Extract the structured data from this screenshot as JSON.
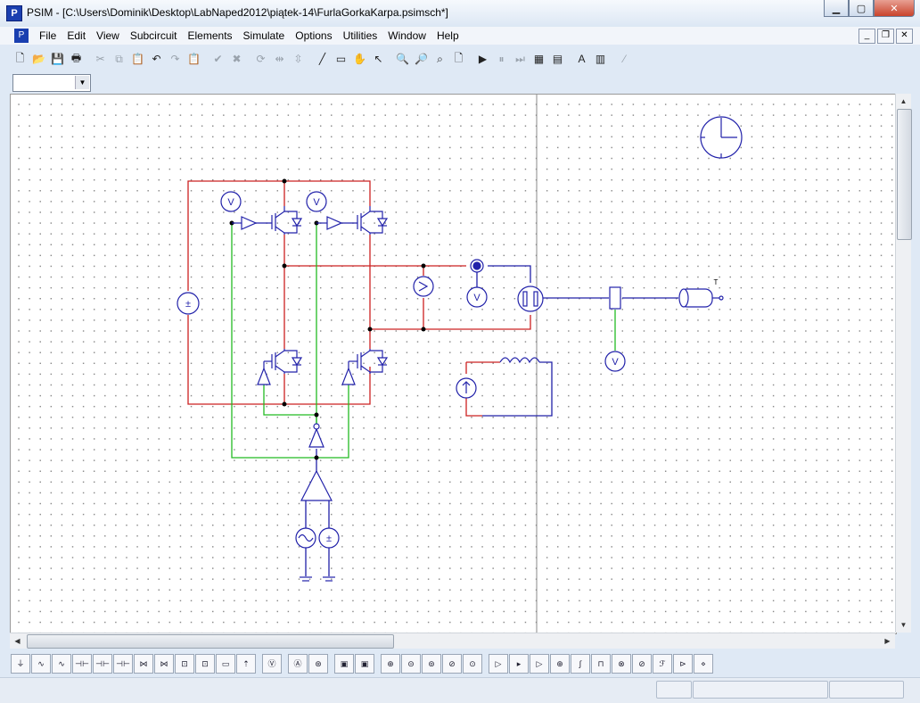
{
  "window": {
    "title": "PSIM - [C:\\Users\\Dominik\\Desktop\\LabNaped2012\\piątek-14\\FurlaGorkaKarpa.psimsch*]",
    "app_icon": "psim-logo-icon",
    "buttons": [
      "minimize-icon",
      "maximize-icon",
      "close-icon"
    ]
  },
  "menu": {
    "items": [
      "File",
      "Edit",
      "View",
      "Subcircuit",
      "Elements",
      "Simulate",
      "Options",
      "Utilities",
      "Window",
      "Help"
    ]
  },
  "mdi_controls": [
    "minimize-icon",
    "restore-icon",
    "close-icon"
  ],
  "toolbar": {
    "buttons": [
      {
        "name": "new-icon",
        "glyph": "🗋",
        "enabled": true
      },
      {
        "name": "open-icon",
        "glyph": "📂",
        "enabled": true
      },
      {
        "name": "save-icon",
        "glyph": "💾",
        "enabled": true
      },
      {
        "name": "print-icon",
        "glyph": "🖶",
        "enabled": true
      },
      {
        "sep": true
      },
      {
        "name": "cut-icon",
        "glyph": "✂",
        "enabled": false
      },
      {
        "name": "copy-icon",
        "glyph": "⧉",
        "enabled": false
      },
      {
        "name": "paste-icon",
        "glyph": "📋",
        "enabled": false
      },
      {
        "name": "undo-icon",
        "glyph": "↶",
        "enabled": true
      },
      {
        "name": "redo-icon",
        "glyph": "↷",
        "enabled": false
      },
      {
        "name": "clipboard-icon",
        "glyph": "📋",
        "enabled": true
      },
      {
        "sep": true
      },
      {
        "name": "check-icon",
        "glyph": "✔",
        "enabled": false
      },
      {
        "name": "cross-icon",
        "glyph": "✖",
        "enabled": false
      },
      {
        "sep": true
      },
      {
        "name": "rotate-icon",
        "glyph": "⟳",
        "enabled": false
      },
      {
        "name": "flip-horizontal-icon",
        "glyph": "⇹",
        "enabled": false
      },
      {
        "name": "flip-vertical-icon",
        "glyph": "⇳",
        "enabled": false
      },
      {
        "sep": true
      },
      {
        "name": "wire-icon",
        "glyph": "╱",
        "enabled": true
      },
      {
        "name": "label-icon",
        "glyph": "▭",
        "enabled": true
      },
      {
        "name": "pan-hand-icon",
        "glyph": "✋",
        "enabled": true
      },
      {
        "name": "select-arrow-icon",
        "glyph": "↖",
        "enabled": true
      },
      {
        "sep": true
      },
      {
        "name": "zoom-in-icon",
        "glyph": "🔍",
        "enabled": true
      },
      {
        "name": "zoom-out-icon",
        "glyph": "🔎",
        "enabled": true
      },
      {
        "name": "zoom-area-icon",
        "glyph": "⌕",
        "enabled": true
      },
      {
        "name": "fit-page-icon",
        "glyph": "🗋",
        "enabled": true
      },
      {
        "sep": true
      },
      {
        "name": "run-simulation-icon",
        "glyph": "▶",
        "enabled": true
      },
      {
        "name": "pause-icon",
        "glyph": "⏸",
        "enabled": false
      },
      {
        "name": "step-icon",
        "glyph": "⏭",
        "enabled": false
      },
      {
        "name": "simview-icon",
        "glyph": "▦",
        "enabled": true
      },
      {
        "name": "parameter-file-icon",
        "glyph": "▤",
        "enabled": true
      },
      {
        "sep": true
      },
      {
        "name": "text-icon",
        "glyph": "A",
        "enabled": true
      },
      {
        "name": "element-list-icon",
        "glyph": "▥",
        "enabled": true
      },
      {
        "sep": true
      },
      {
        "name": "equation-icon",
        "glyph": "⁄",
        "enabled": false
      }
    ]
  },
  "element_selector": {
    "value": ""
  },
  "schematic": {
    "voltmeter_label": "V",
    "torque_label": "T",
    "source_label": "±"
  },
  "colors": {
    "wire_red": "#cc2020",
    "wire_blue": "#2020a8",
    "wire_green": "#22bb22",
    "component": "#2222aa"
  },
  "element_bar": {
    "buttons": [
      "ground-icon",
      "resistor-icon",
      "inductor-icon",
      "capacitor-icon",
      "capacitor-2-icon",
      "capacitor-3-icon",
      "thyristor-icon",
      "igbt-icon",
      "switch-icon",
      "switch-2-icon",
      "resistor-2-icon",
      "diode-icon",
      "voltmeter-icon",
      "ammeter-icon",
      "current-probe-icon",
      "scope-icon",
      "scope-2-icon",
      "dc-source-icon",
      "ac-source-icon",
      "current-source-icon",
      "triangle-source-icon",
      "square-source-icon",
      "comparator-icon",
      "zero-order-hold-icon",
      "gain-icon",
      "summer-icon",
      "integrator-icon",
      "limiter-icon",
      "multiplier-icon",
      "divider-icon",
      "transfer-function-icon",
      "switch-controller-icon",
      "on-off-controller-icon"
    ]
  }
}
